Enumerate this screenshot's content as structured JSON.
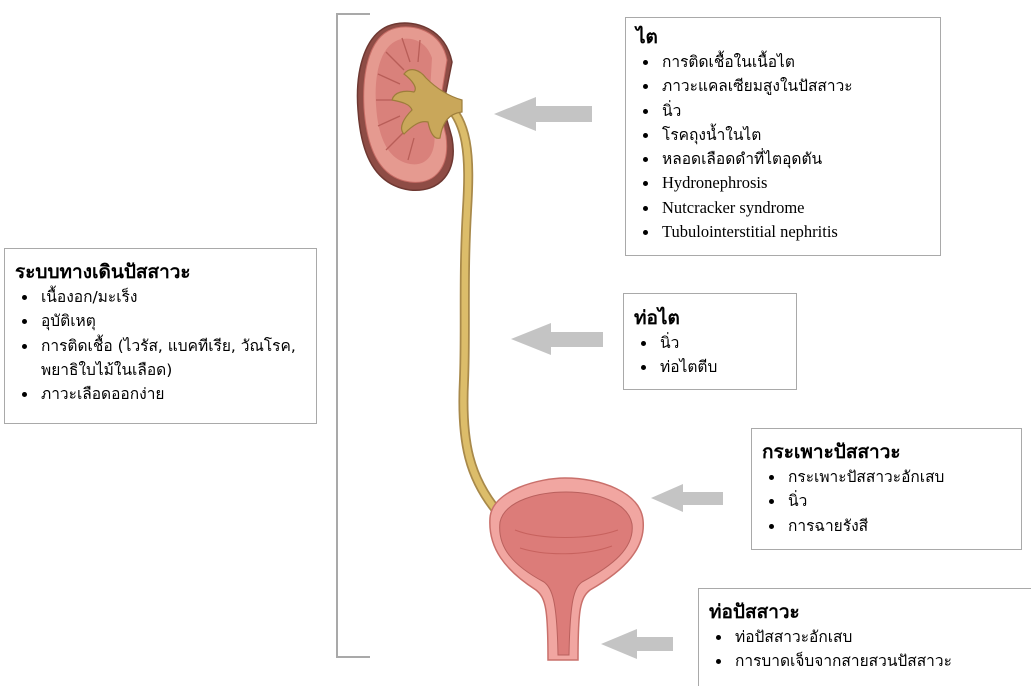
{
  "left_box": {
    "title": "ระบบทางเดินปัสสาวะ",
    "items": [
      "เนื้องอก/มะเร็ง",
      "อุบัติเหตุ",
      "การติดเชื้อ (ไวรัส, แบคทีเรีย, วัณโรค, พยาธิใบไม้ในเลือด)",
      "ภาวะเลือดออกง่าย"
    ]
  },
  "kidney_box": {
    "title": "ไต",
    "items": [
      "การติดเชื้อในเนื้อไต",
      "ภาวะแคลเซียมสูงในปัสสาวะ",
      "นิ่ว",
      "โรคถุงน้ำในไต",
      "หลอดเลือดดำที่ไตอุดตัน",
      "Hydronephrosis",
      "Nutcracker syndrome",
      "Tubulointerstitial nephritis"
    ]
  },
  "ureter_box": {
    "title": "ท่อไต",
    "items": [
      "นิ่ว",
      "ท่อไตตีบ"
    ]
  },
  "bladder_box": {
    "title": "กระเพาะปัสสาวะ",
    "items": [
      "กระเพาะปัสสาวะอักเสบ",
      "นิ่ว",
      "การฉายรังสี"
    ]
  },
  "urethra_box": {
    "title": "ท่อปัสสาวะ",
    "items": [
      "ท่อปัสสาวะอักเสบ",
      "การบาดเจ็บจากสายสวนปัสสาวะ"
    ]
  },
  "colors": {
    "box_border": "#a9a9a9",
    "arrow": "#c4c4c4",
    "kidney_cortex": "#e8998f",
    "kidney_pelvis": "#c7a44e",
    "ureter": "#d5b462",
    "bladder": "#e88d8a"
  }
}
